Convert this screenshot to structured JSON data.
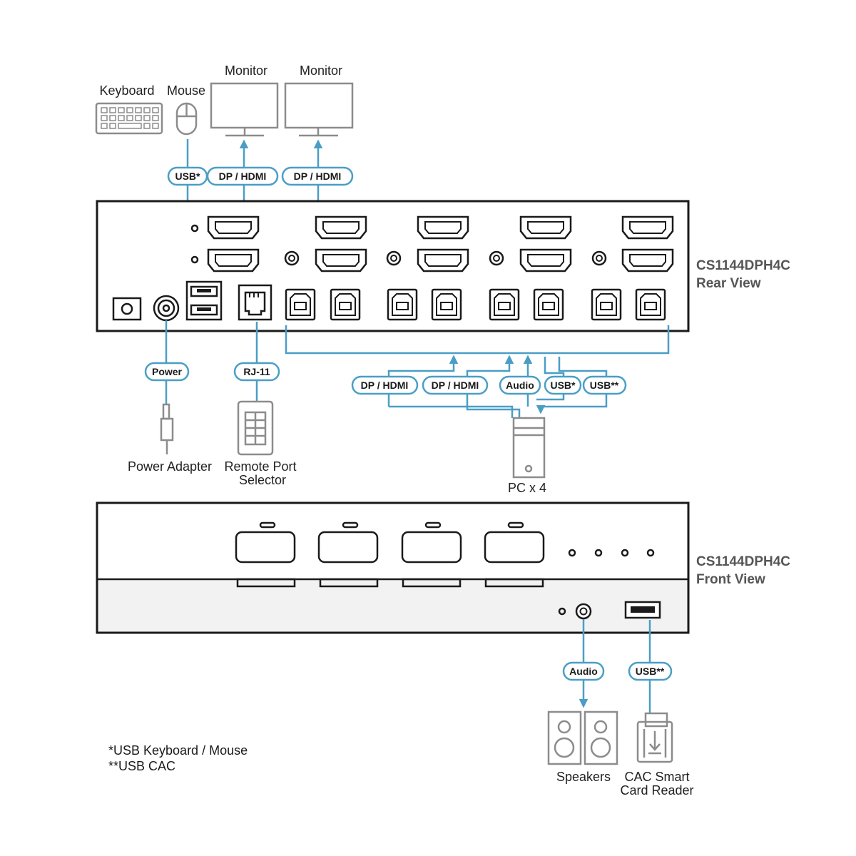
{
  "devices": {
    "keyboard": "Keyboard",
    "mouse": "Mouse",
    "monitor_1": "Monitor",
    "monitor_2": "Monitor",
    "power_adapter": "Power Adapter",
    "remote_port_selector_line1": "Remote Port",
    "remote_port_selector_line2": "Selector",
    "pc": "PC x 4",
    "speakers": "Speakers",
    "cac_line1": "CAC Smart",
    "cac_line2": "Card Reader"
  },
  "connections": {
    "usb_top": "USB*",
    "dp_hdmi_top_1": "DP / HDMI",
    "dp_hdmi_top_2": "DP / HDMI",
    "power": "Power",
    "rj11": "RJ-11",
    "pc_dp_hdmi_1": "DP / HDMI",
    "pc_dp_hdmi_2": "DP / HDMI",
    "pc_audio": "Audio",
    "pc_usb": "USB*",
    "pc_usb_cac": "USB**",
    "front_audio": "Audio",
    "front_usb_cac": "USB**"
  },
  "panels": {
    "rear": {
      "model": "CS1144DPH4C",
      "view": "Rear View"
    },
    "front": {
      "model": "CS1144DPH4C",
      "view": "Front View"
    }
  },
  "notes": {
    "note_1": "*USB Keyboard / Mouse",
    "note_2": "**USB CAC"
  },
  "colors": {
    "connection_line": "#4a9ec6",
    "device_outline": "#8c8c8c",
    "panel_outline": "#1a1a1a",
    "front_panel_bottom": "#f2f2f2"
  }
}
